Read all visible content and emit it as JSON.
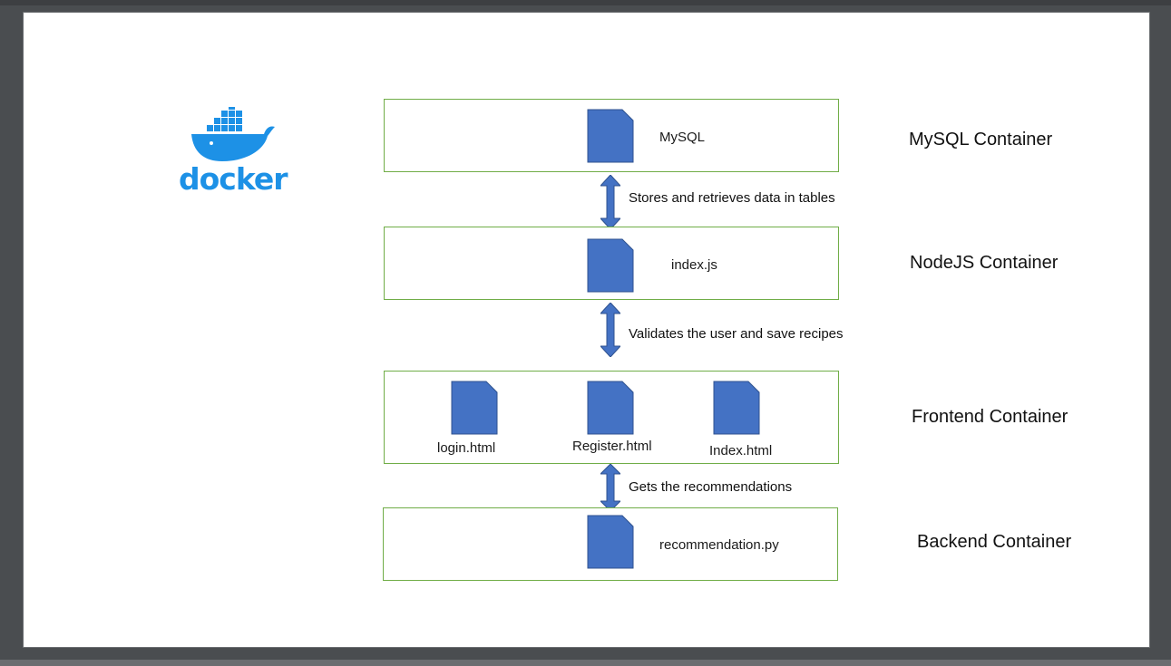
{
  "logo": {
    "wordmark": "docker",
    "icon": "docker-whale-icon",
    "color": "#1d91e6"
  },
  "colors": {
    "file_icon": "#4472c4",
    "box_border": "#70ad47",
    "arrow": "#4472c4"
  },
  "containers": {
    "mysql": {
      "label": "MySQL Container",
      "files": [
        "MySQL"
      ]
    },
    "nodejs": {
      "label": "NodeJS Container",
      "files": [
        "index.js"
      ]
    },
    "frontend": {
      "label": "Frontend Container",
      "files": [
        "login.html",
        "Register.html",
        "Index.html"
      ]
    },
    "backend": {
      "label": "Backend Container",
      "files": [
        "recommendation.py"
      ]
    }
  },
  "edges": [
    {
      "label": "Stores and retrieves data in tables"
    },
    {
      "label": "Validates the user and save recipes"
    },
    {
      "label": "Gets the recommendations"
    }
  ]
}
